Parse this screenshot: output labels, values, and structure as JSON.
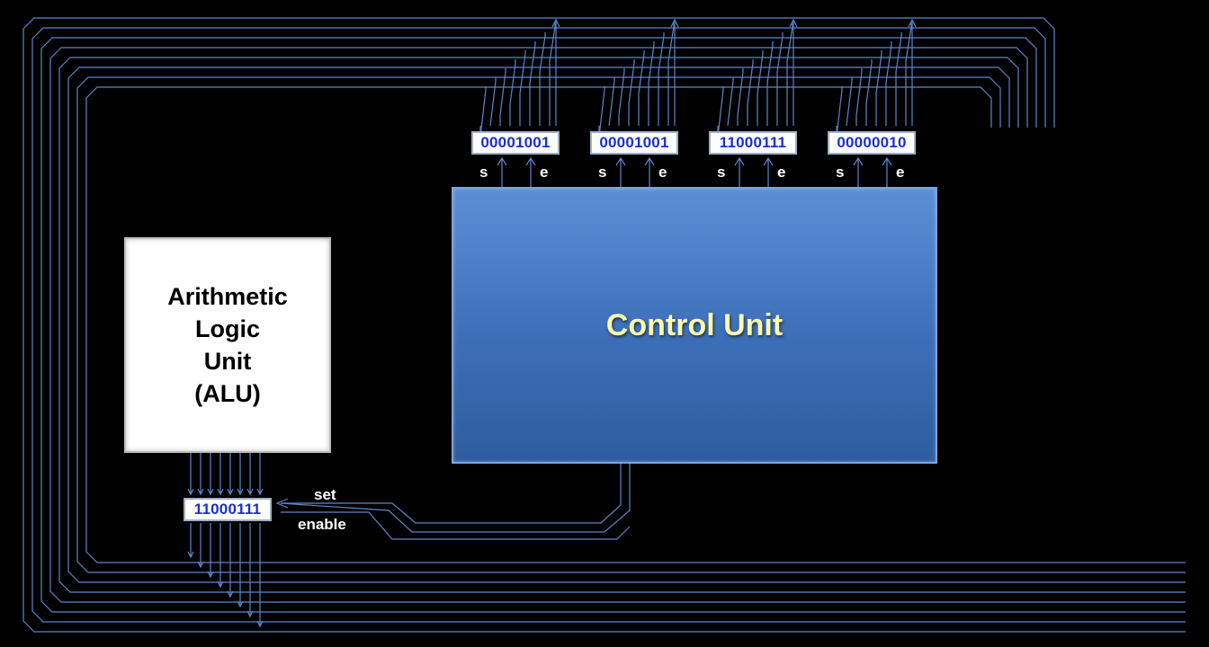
{
  "registers": [
    {
      "value": "00001001",
      "set_label": "s",
      "enable_label": "e"
    },
    {
      "value": "00001001",
      "set_label": "s",
      "enable_label": "e"
    },
    {
      "value": "11000111",
      "set_label": "s",
      "enable_label": "e"
    },
    {
      "value": "00000010",
      "set_label": "s",
      "enable_label": "e"
    }
  ],
  "alu": {
    "lines": [
      "Arithmetic",
      "Logic",
      "Unit",
      "(ALU)"
    ],
    "register_value": "11000111",
    "set_label": "set",
    "enable_label": "enable"
  },
  "control_unit": {
    "label": "Control Unit"
  },
  "colors": {
    "wire": "#5f85c8",
    "background": "#000000",
    "register_text": "#1a2fd6",
    "cu_text": "#fffaa8"
  }
}
